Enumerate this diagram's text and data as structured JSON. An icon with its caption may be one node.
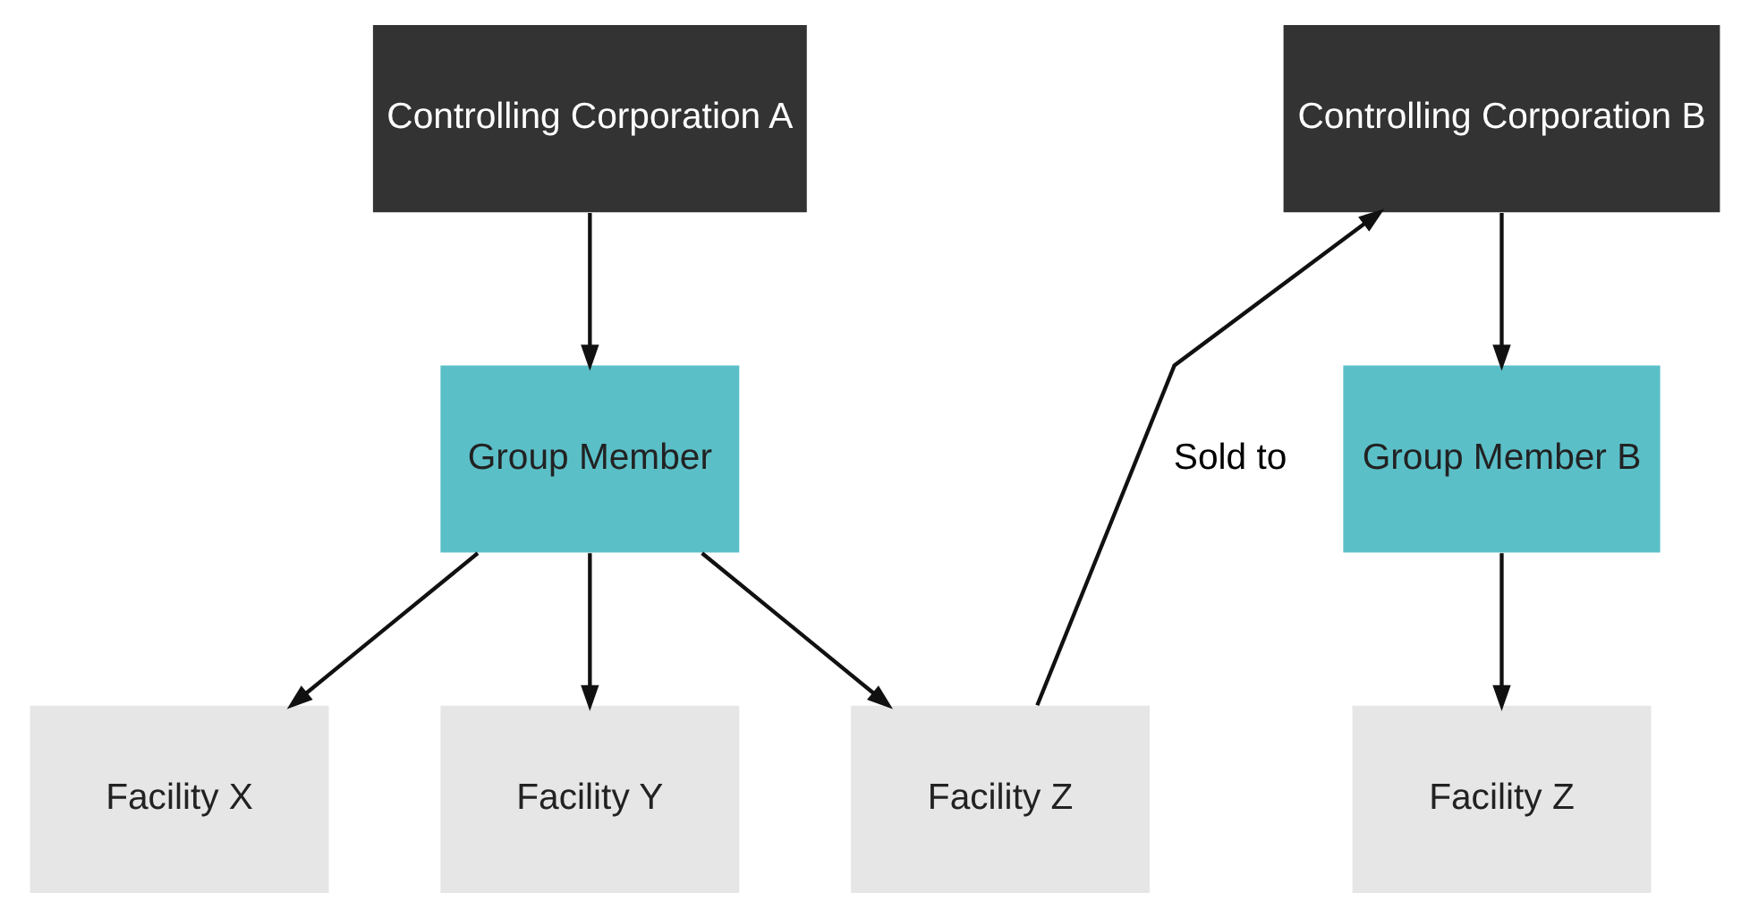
{
  "diagram": {
    "nodes": [
      {
        "text": [
          "Controlling Corporation A"
        ]
      },
      {
        "text": [
          "Group Member"
        ]
      },
      {
        "text": [
          "Facility X"
        ]
      },
      {
        "text": [
          "Facility Y"
        ]
      },
      {
        "text": [
          "Facility Z"
        ]
      },
      {
        "text": [
          "Controlling Corporation B"
        ]
      },
      {
        "text": [
          "Group Member B"
        ]
      },
      {
        "text": [
          "Facility Z"
        ]
      }
    ],
    "edges": [
      {
        "from": 0,
        "to": 1,
        "arrow": "to"
      },
      {
        "from": 1,
        "to": 2,
        "arrow": "to"
      },
      {
        "from": 1,
        "to": 3,
        "arrow": "to"
      },
      {
        "from": 1,
        "to": 4,
        "arrow": "to"
      },
      {
        "from": 4,
        "to": 5,
        "arrow": "to",
        "label": "Sold to"
      },
      {
        "from": 5,
        "to": 6,
        "arrow": "to"
      },
      {
        "from": 6,
        "to": 7,
        "arrow": "to"
      }
    ]
  }
}
